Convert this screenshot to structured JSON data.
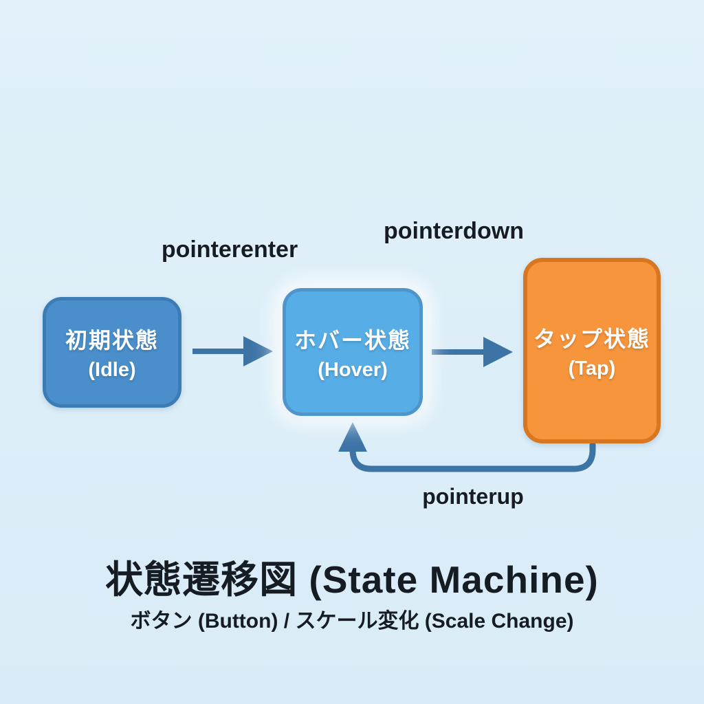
{
  "colors": {
    "background": "#dceef8",
    "arrow": "#3d74a6",
    "label_text": "#161c24",
    "state_text": "#ffffff"
  },
  "diagram": {
    "states": [
      {
        "id": "idle",
        "name_jp": "初期状態",
        "name_en": "(Idle)",
        "fill": "#4a8fcb",
        "border": "#3b7cb4"
      },
      {
        "id": "hover",
        "name_jp": "ホバー状態",
        "name_en": "(Hover)",
        "fill": "#57ade5",
        "border": "#4f95c9"
      },
      {
        "id": "tap",
        "name_jp": "タップ状態",
        "name_en": "(Tap)",
        "fill": "#f6953c",
        "border": "#d8771f"
      }
    ],
    "transitions": [
      {
        "label": "pointerenter",
        "from": "idle",
        "to": "hover"
      },
      {
        "label": "pointerdown",
        "from": "hover",
        "to": "tap"
      },
      {
        "label": "pointerup",
        "from": "tap",
        "to": "hover"
      }
    ]
  },
  "footer": {
    "title": "状態遷移図 (State Machine)",
    "subtitle": "ボタン (Button) / スケール変化 (Scale Change)"
  }
}
